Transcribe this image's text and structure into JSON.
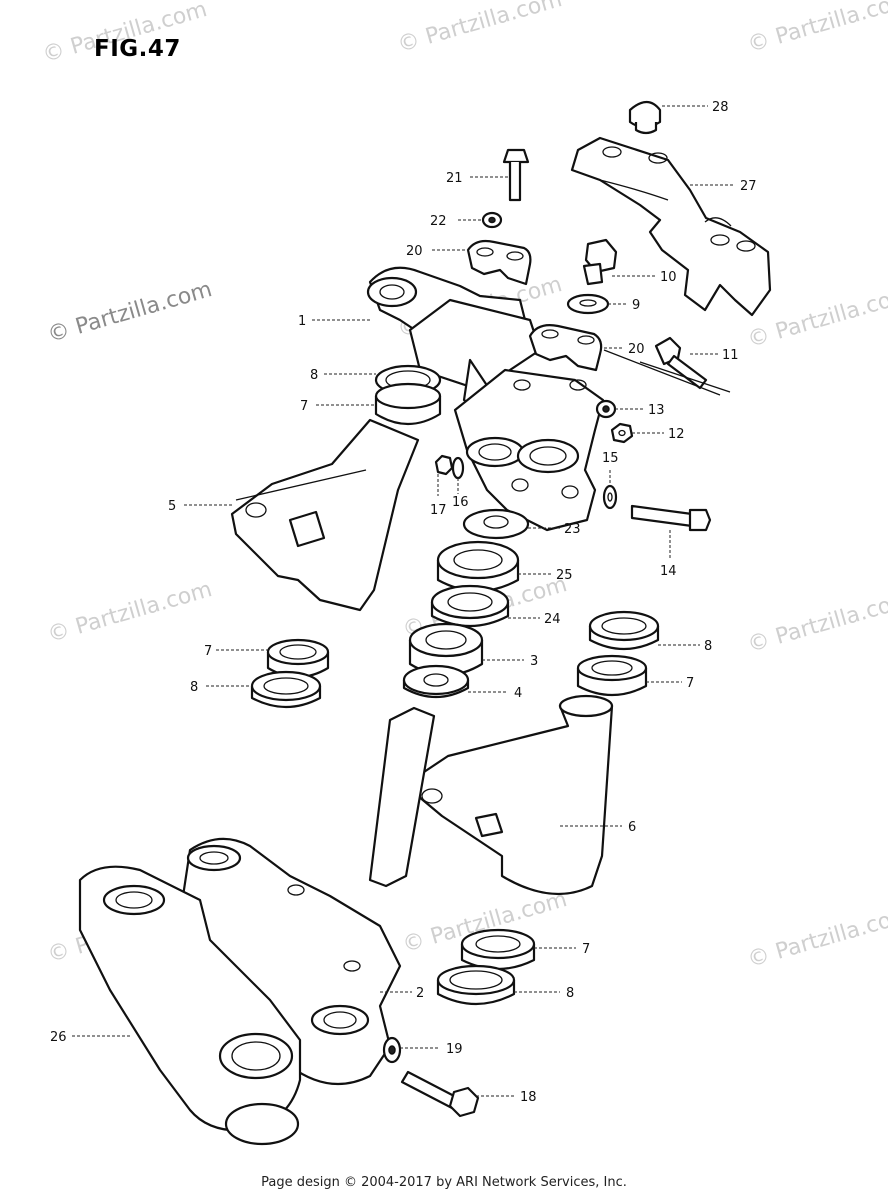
{
  "figure_title": "FIG.47",
  "footer": "Page design © 2004-2017 by ARI Network Services, Inc.",
  "watermark_text": "© Partzilla.com",
  "callouts": [
    "1",
    "2",
    "3",
    "4",
    "5",
    "6",
    "7",
    "8",
    "9",
    "10",
    "11",
    "12",
    "13",
    "14",
    "15",
    "16",
    "17",
    "18",
    "19",
    "20",
    "21",
    "22",
    "23",
    "24",
    "25",
    "26",
    "27",
    "28",
    "7",
    "8",
    "7",
    "8",
    "7",
    "8",
    "20"
  ]
}
